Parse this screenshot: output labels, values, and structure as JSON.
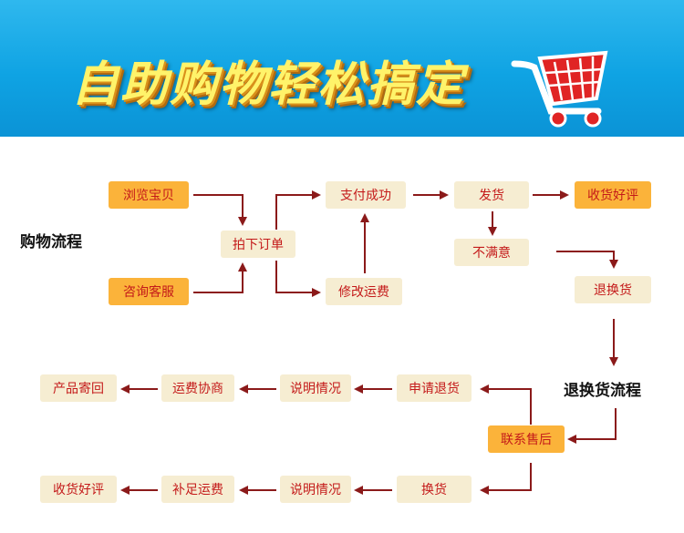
{
  "banner": {
    "title": "自助购物轻松搞定",
    "icon": "shopping-cart-icon"
  },
  "sections": {
    "shopping_label": "购物流程",
    "return_label": "退换货流程"
  },
  "nodes": {
    "browse": "浏览宝贝",
    "consult": "咨询客服",
    "place_order": "拍下订单",
    "edit_shipping": "修改运费",
    "payment_success": "支付成功",
    "ship": "发货",
    "review": "收货好评",
    "unsatisfied": "不满意",
    "return_exchange": "退换货",
    "apply_return": "申请退货",
    "explain_return": "说明情况",
    "negotiate_shipping": "运费协商",
    "return_product": "产品寄回",
    "contact_service": "联系售后",
    "exchange": "换货",
    "explain_exchange": "说明情况",
    "add_shipping": "补足运费",
    "review_exchange": "收货好评"
  },
  "colors": {
    "banner": "#0fa3e3",
    "title_text": "#fff36a",
    "box_fill": "#f6edd2",
    "highlight_box_fill": "#fbb33a",
    "box_text": "#c41a1a",
    "arrow": "#8b1a1a"
  }
}
